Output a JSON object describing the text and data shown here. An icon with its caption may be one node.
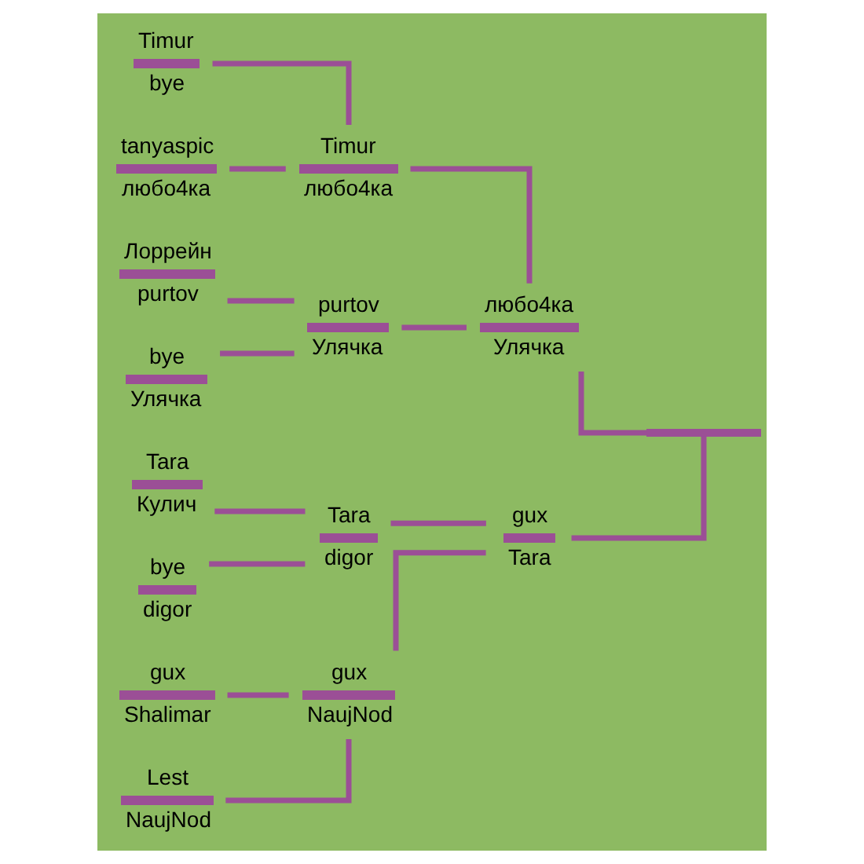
{
  "diagram": {
    "nodes": [
      {
        "text": [
          "Timur",
          "bye"
        ]
      },
      {
        "text": [
          "tanyaspic",
          "любо4ка"
        ]
      },
      {
        "text": [
          "Лоррейн",
          "purtov"
        ]
      },
      {
        "text": [
          "bye",
          "Улячка"
        ]
      },
      {
        "text": [
          "gux",
          "Shalimar"
        ]
      },
      {
        "text": [
          "Lest",
          "NaujNod"
        ]
      },
      {
        "text": [
          "Tara",
          "Кулич"
        ]
      },
      {
        "text": [
          "bye",
          "digor"
        ]
      },
      {
        "text": [
          "Timur",
          "любо4ка"
        ]
      },
      {
        "text": [
          "purtov",
          "Улячка"
        ]
      },
      {
        "text": [
          "gux",
          "NaujNod"
        ]
      },
      {
        "text": [
          "Tara",
          "digor"
        ]
      },
      {
        "text": [
          "любо4ка",
          "Улячка"
        ]
      },
      {
        "text": [
          "gux",
          "Tara"
        ]
      },
      {
        "text": [],
        "shape": "bar"
      }
    ],
    "edges": [
      {
        "from": 0,
        "to": 8,
        "arrow": "none"
      },
      {
        "from": 1,
        "to": 8,
        "arrow": "none"
      },
      {
        "from": 2,
        "to": 9,
        "arrow": "none"
      },
      {
        "from": 3,
        "to": 9,
        "arrow": "none"
      },
      {
        "from": 4,
        "to": 10,
        "arrow": "none"
      },
      {
        "from": 5,
        "to": 10,
        "arrow": "none"
      },
      {
        "from": 6,
        "to": 11,
        "arrow": "none"
      },
      {
        "from": 7,
        "to": 11,
        "arrow": "none"
      },
      {
        "from": 8,
        "to": 12,
        "arrow": "none"
      },
      {
        "from": 9,
        "to": 12,
        "arrow": "none"
      },
      {
        "from": 10,
        "to": 13,
        "arrow": "none"
      },
      {
        "from": 11,
        "to": 13,
        "arrow": "none"
      },
      {
        "from": 12,
        "to": 14,
        "arrow": "none"
      },
      {
        "from": 13,
        "to": 14,
        "arrow": "none"
      }
    ]
  }
}
